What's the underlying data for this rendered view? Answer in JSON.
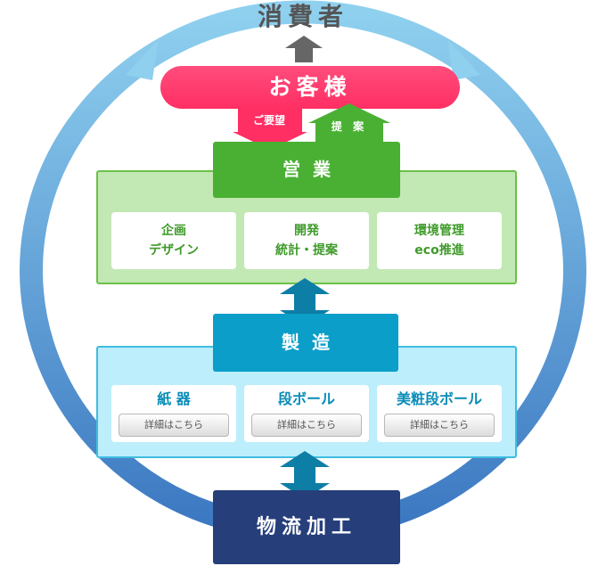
{
  "consumer": {
    "label": "消費者"
  },
  "customer": {
    "label": "お客様"
  },
  "flow": {
    "request_label": "ご要望",
    "proposal_label": "提 案"
  },
  "sales": {
    "header": "営業",
    "cards": [
      {
        "line1": "企画",
        "line2": "デザイン"
      },
      {
        "line1": "開発",
        "line2": "統計・提案"
      },
      {
        "line1": "環境管理",
        "line2": "eco推進"
      }
    ]
  },
  "manufacturing": {
    "header": "製造",
    "cards": [
      {
        "title": "紙 器",
        "button": "詳細はこちら"
      },
      {
        "title": "段ボール",
        "button": "詳細はこちら"
      },
      {
        "title": "美粧段ボール",
        "button": "詳細はこちら"
      }
    ]
  },
  "logistics": {
    "label": "物流加工"
  },
  "colors": {
    "customer": "#ff2e63",
    "sales": "#4ab033",
    "sales_panel": "#c2e8b3",
    "manufacturing": "#0b9ec8",
    "manufacturing_panel": "#bdeefc",
    "logistics": "#263e7a",
    "cycle_arrow": "#4a8fcf",
    "consumer_text": "#555555"
  }
}
